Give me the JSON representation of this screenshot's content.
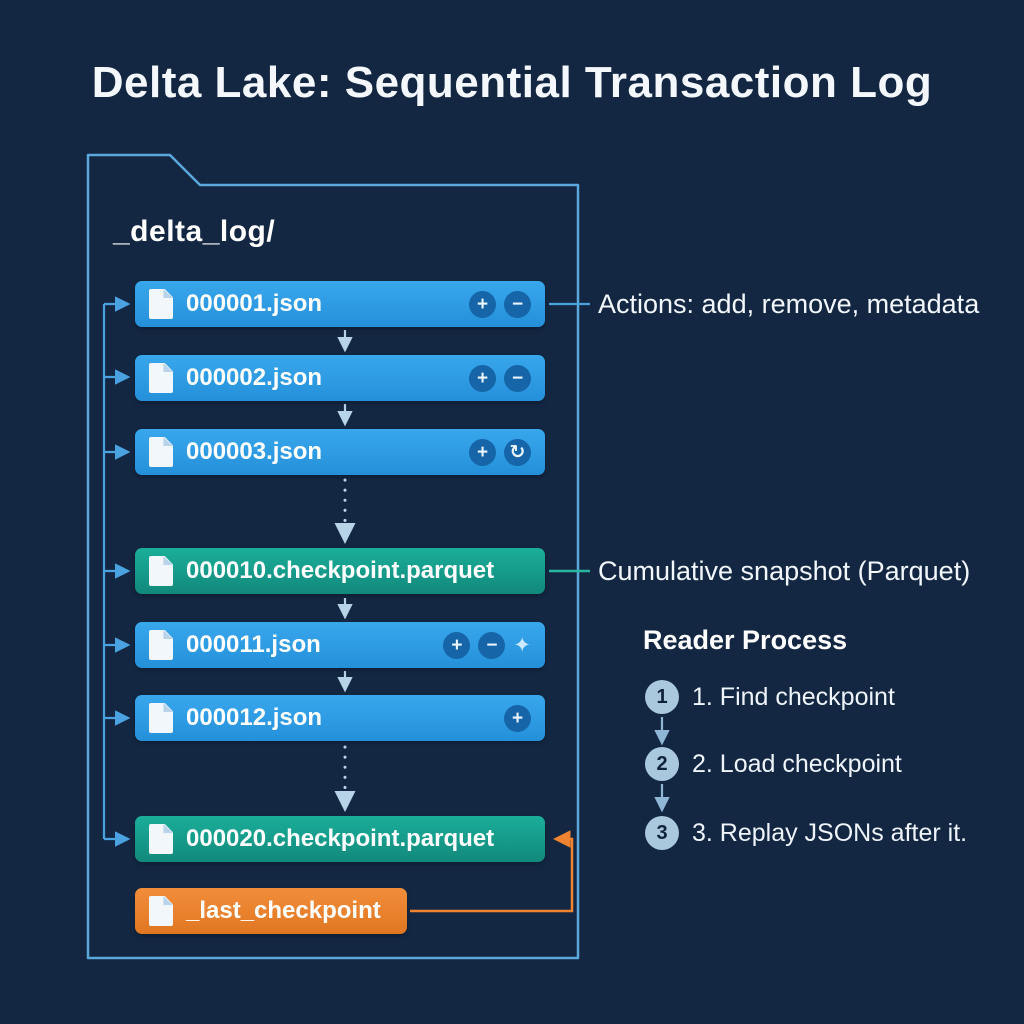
{
  "title": "Delta Lake: Sequential Transaction Log",
  "folder": {
    "label": "_delta_log/",
    "files": [
      {
        "name": "000001.json",
        "type": "json"
      },
      {
        "name": "000002.json",
        "type": "json"
      },
      {
        "name": "000003.json",
        "type": "json"
      },
      {
        "name": "000010.checkpoint.parquet",
        "type": "checkpoint"
      },
      {
        "name": "000011.json",
        "type": "json"
      },
      {
        "name": "000012.json",
        "type": "json"
      },
      {
        "name": "000020.checkpoint.parquet",
        "type": "checkpoint"
      },
      {
        "name": "_last_checkpoint",
        "type": "pointer"
      }
    ]
  },
  "glyphs": {
    "add": "+",
    "remove": "−",
    "update": "↻",
    "wand": "✦"
  },
  "annotations": {
    "actions": "Actions: add, remove, metadata",
    "checkpoint": "Cumulative snapshot (Parquet)"
  },
  "reader": {
    "title": "Reader Process",
    "steps": [
      {
        "num": "1",
        "label": "1. Find checkpoint"
      },
      {
        "num": "2",
        "label": "2. Load checkpoint"
      },
      {
        "num": "3",
        "label": "3. Replay JSONs after it."
      }
    ]
  },
  "colors": {
    "background": "#132742",
    "bar_json": "#2d9ce5",
    "bar_checkpoint": "#17a08d",
    "bar_pointer": "#ee8330",
    "folder_outline": "#5aa8dc",
    "annotation_teal": "#2ab5a0",
    "step_circle": "#a9c7dd"
  }
}
